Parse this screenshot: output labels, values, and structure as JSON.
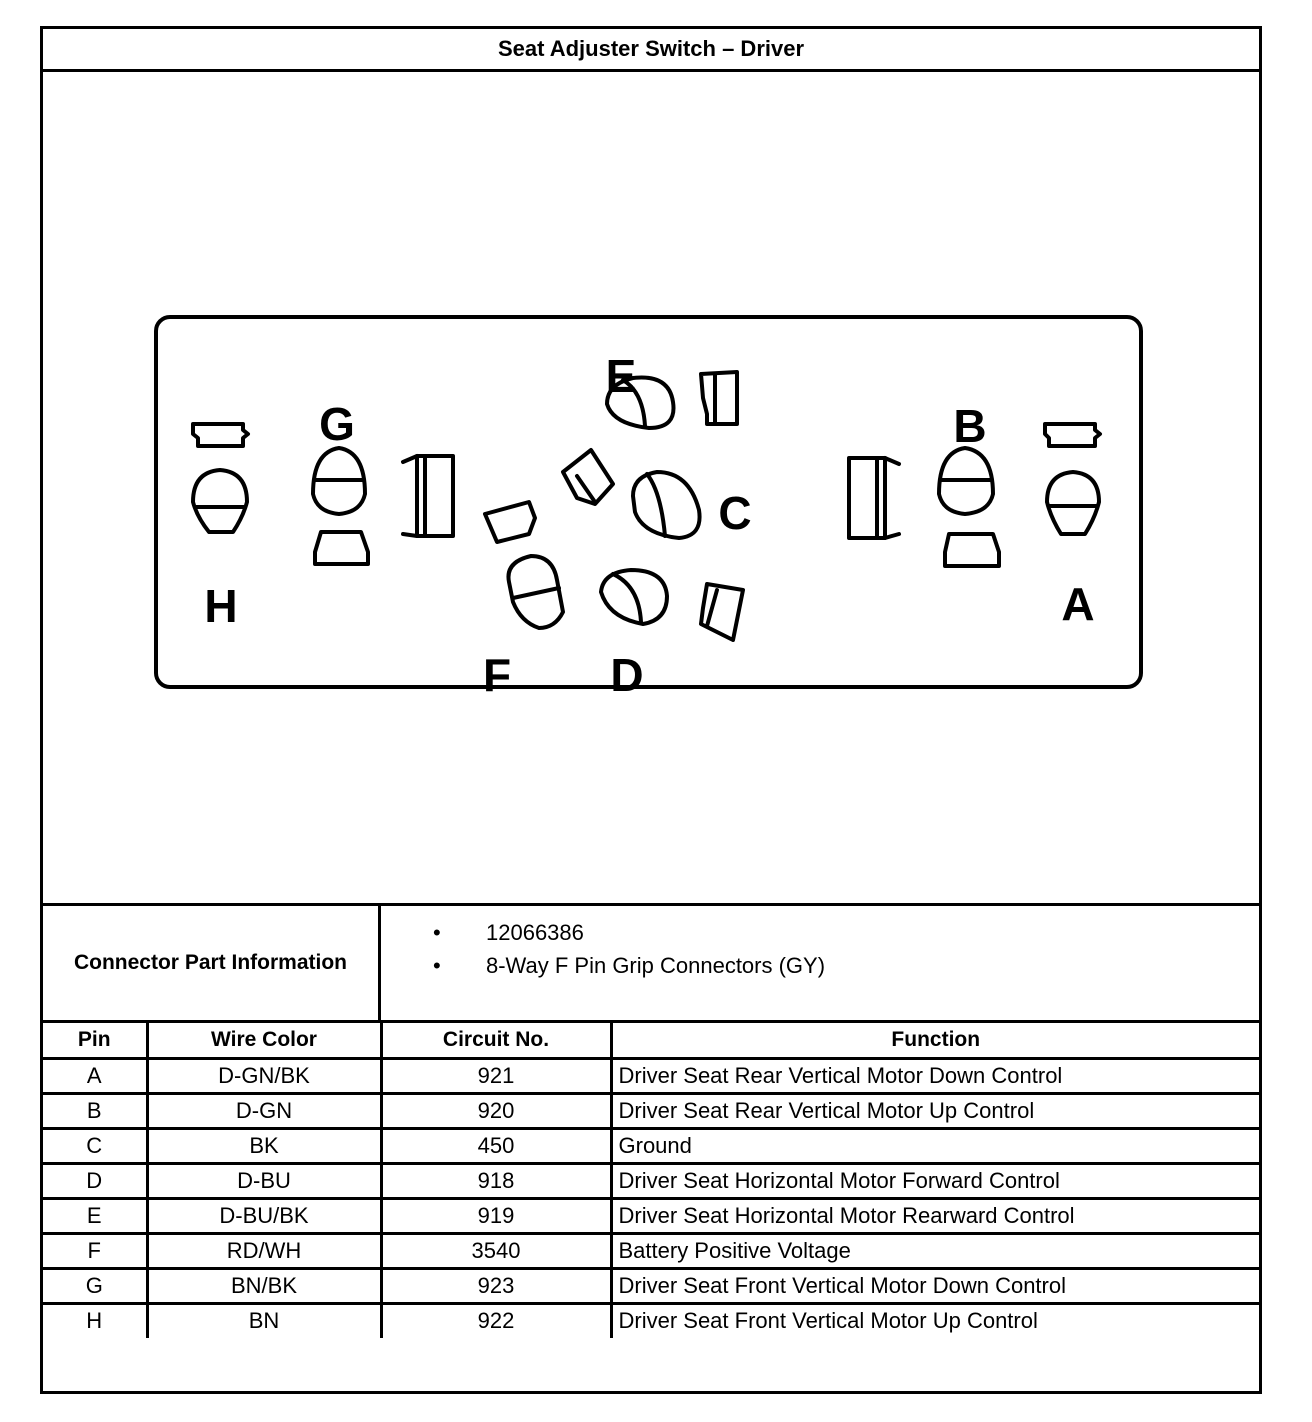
{
  "title": "Seat Adjuster Switch – Driver",
  "connector": {
    "pin_labels": [
      "A",
      "B",
      "C",
      "D",
      "E",
      "F",
      "G",
      "H"
    ]
  },
  "part_info": {
    "label": "Connector Part Information",
    "items": [
      "12066386",
      "8-Way F Pin Grip Connectors (GY)"
    ],
    "bullet": "•"
  },
  "table": {
    "headers": [
      "Pin",
      "Wire Color",
      "Circuit No.",
      "Function"
    ],
    "rows": [
      [
        "A",
        "D-GN/BK",
        "921",
        "Driver Seat Rear Vertical Motor Down Control"
      ],
      [
        "B",
        "D-GN",
        "920",
        "Driver Seat Rear Vertical Motor Up Control"
      ],
      [
        "C",
        "BK",
        "450",
        "Ground"
      ],
      [
        "D",
        "D-BU",
        "918",
        "Driver Seat Horizontal Motor Forward Control"
      ],
      [
        "E",
        "D-BU/BK",
        "919",
        "Driver Seat Horizontal Motor Rearward Control"
      ],
      [
        "F",
        "RD/WH",
        "3540",
        "Battery Positive Voltage"
      ],
      [
        "G",
        "BN/BK",
        "923",
        "Driver Seat Front Vertical Motor Down Control"
      ],
      [
        "H",
        "BN",
        "922",
        "Driver Seat Front Vertical Motor Up Control"
      ]
    ]
  }
}
